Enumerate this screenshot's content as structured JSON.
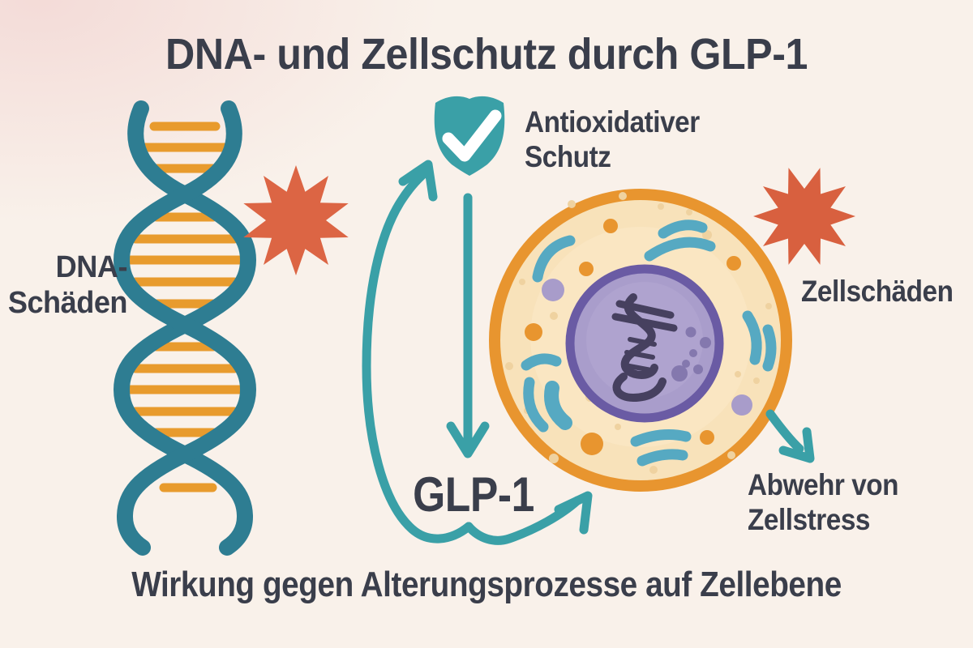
{
  "title": "DNA- und Zellschutz durch GLP-1",
  "caption": "Wirkung gegen Alterungsprozesse auf Zellebene",
  "labels": {
    "dna_damage_line1": "DNA-",
    "dna_damage_line2": "Schäden",
    "antioxidant_line1": "Antioxidativer",
    "antioxidant_line2": "Schutz",
    "cell_damage": "Zellschäden",
    "glp1": "GLP-1",
    "cell_stress_line1": "Abwehr von",
    "cell_stress_line2": "Zellstress"
  },
  "icons": {
    "dna_helix": "dna-helix-icon",
    "damage_starburst": "starburst-icon",
    "shield_check": "shield-check-icon",
    "cell": "cell-illustration",
    "nucleus": "nucleus-icon",
    "arrows": "curved-teal-arrows"
  },
  "colors": {
    "bg": "#F9F1EA",
    "text": "#3A3E4B",
    "strand": "#2E7D92",
    "rung": "#E89B2D",
    "accent": "#3AA0A7",
    "arc": "#56A9C2",
    "orange": "#E8952F",
    "cytoplasm": "#F8E2BA",
    "star": "#DC6544",
    "star2": "#D8603F",
    "nucfill": "#A99DCB",
    "nucring": "#6A5BA4",
    "nucdna": "#46405F",
    "nucdots": "#8478AE",
    "purpledot": "#A89CCA",
    "speckle": "#EFD2A0"
  }
}
